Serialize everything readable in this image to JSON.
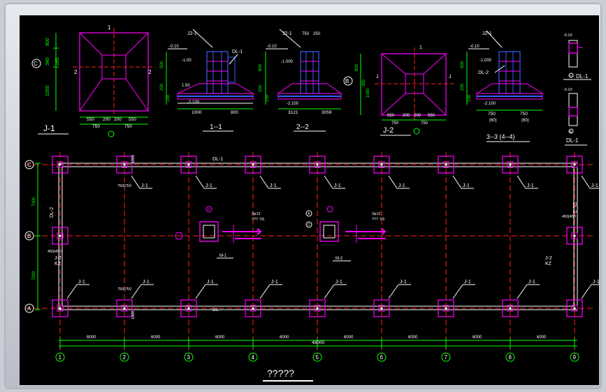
{
  "colors": {
    "background": "#000000",
    "grid_line": "#ffffff",
    "axis_line": "#ff2020",
    "footing": "#ff00ff",
    "dimension": "#00ff00",
    "rebar": "#3a5cff",
    "leader": "#ffffff"
  },
  "details": {
    "j1": {
      "label": "J-1",
      "marker_c": "C",
      "section_mark": "1",
      "left_mark": "2",
      "right_mark": "2",
      "dims_top": [
        "550",
        "200",
        "200",
        "550"
      ],
      "dims_total": [
        "750",
        "750"
      ],
      "dims_side": [
        "800",
        "340",
        "160",
        "1000"
      ]
    },
    "s11": {
      "label": "1--1",
      "tag_top": "J2-1",
      "tag_right": "DL-1",
      "elev": [
        "-0.10",
        "-1.00",
        "1.50",
        "-2.100"
      ],
      "dims_bottom": [
        "1000",
        "800"
      ],
      "dims_side": [
        "500",
        "200",
        "100"
      ]
    },
    "s22": {
      "label": "2--2",
      "tag_top": "J2-1",
      "tag_dims": [
        "750",
        "250"
      ],
      "elev": [
        "-0.10",
        "-1.000",
        "-2.100"
      ],
      "dims_bottom": [
        "3121",
        "3059"
      ],
      "dims_side": [
        "800",
        "200",
        "100"
      ]
    },
    "j2": {
      "label": "J-2",
      "marker_b": "B",
      "section_mark": "1",
      "left_mark": "J",
      "right_mark": "J",
      "dims_top": [
        "550",
        "200",
        "200",
        "550"
      ],
      "dims_total": [
        "750",
        "750"
      ],
      "dims_side": [
        "800",
        "350",
        "1050"
      ]
    },
    "s33": {
      "label": "3--3 (4--4)",
      "tag_top": "J2-1",
      "tag_right": "DL-2",
      "elev": [
        "-0.10",
        "-1.000",
        "-2.100"
      ],
      "dims_bottom": [
        "750",
        "750"
      ],
      "dims_sub": [
        "(60)",
        "(60)"
      ],
      "dims_side": [
        "500",
        "200",
        "100"
      ]
    },
    "dl1": {
      "label": "DL-1",
      "marks": [
        "A",
        "B"
      ],
      "dims": [
        "-0.10",
        "-0.10"
      ]
    }
  },
  "plan": {
    "axes_x": [
      "1",
      "2",
      "3",
      "4",
      "5",
      "6",
      "7",
      "8",
      "9"
    ],
    "axes_y": [
      "C",
      "B",
      "A"
    ],
    "spans": [
      "6000",
      "6000",
      "6000",
      "6000",
      "6000",
      "6000",
      "6000",
      "6000"
    ],
    "total": "48000",
    "side_dims": [
      "7000",
      "7000"
    ],
    "beam_top": "DL-1",
    "beam_bottom": "DL",
    "beam_left": "DL-2",
    "beam_right": "DL-2",
    "footing_label": "J-1",
    "footing_label_b": "J-2",
    "kz_label": "KZ",
    "dim_750": "750|750",
    "dim_1000": "1000",
    "dim_450": "450|450",
    "title": "?????",
    "details": [
      {
        "name": "M-1",
        "marks": [
          "D",
          "C"
        ],
        "bars": "2φ12",
        "bars2": "??? 7/5"
      },
      {
        "name": "M-2",
        "marks": [
          "A",
          "C"
        ],
        "bars": "2φ12",
        "bars2": "??? 7/5"
      }
    ]
  }
}
